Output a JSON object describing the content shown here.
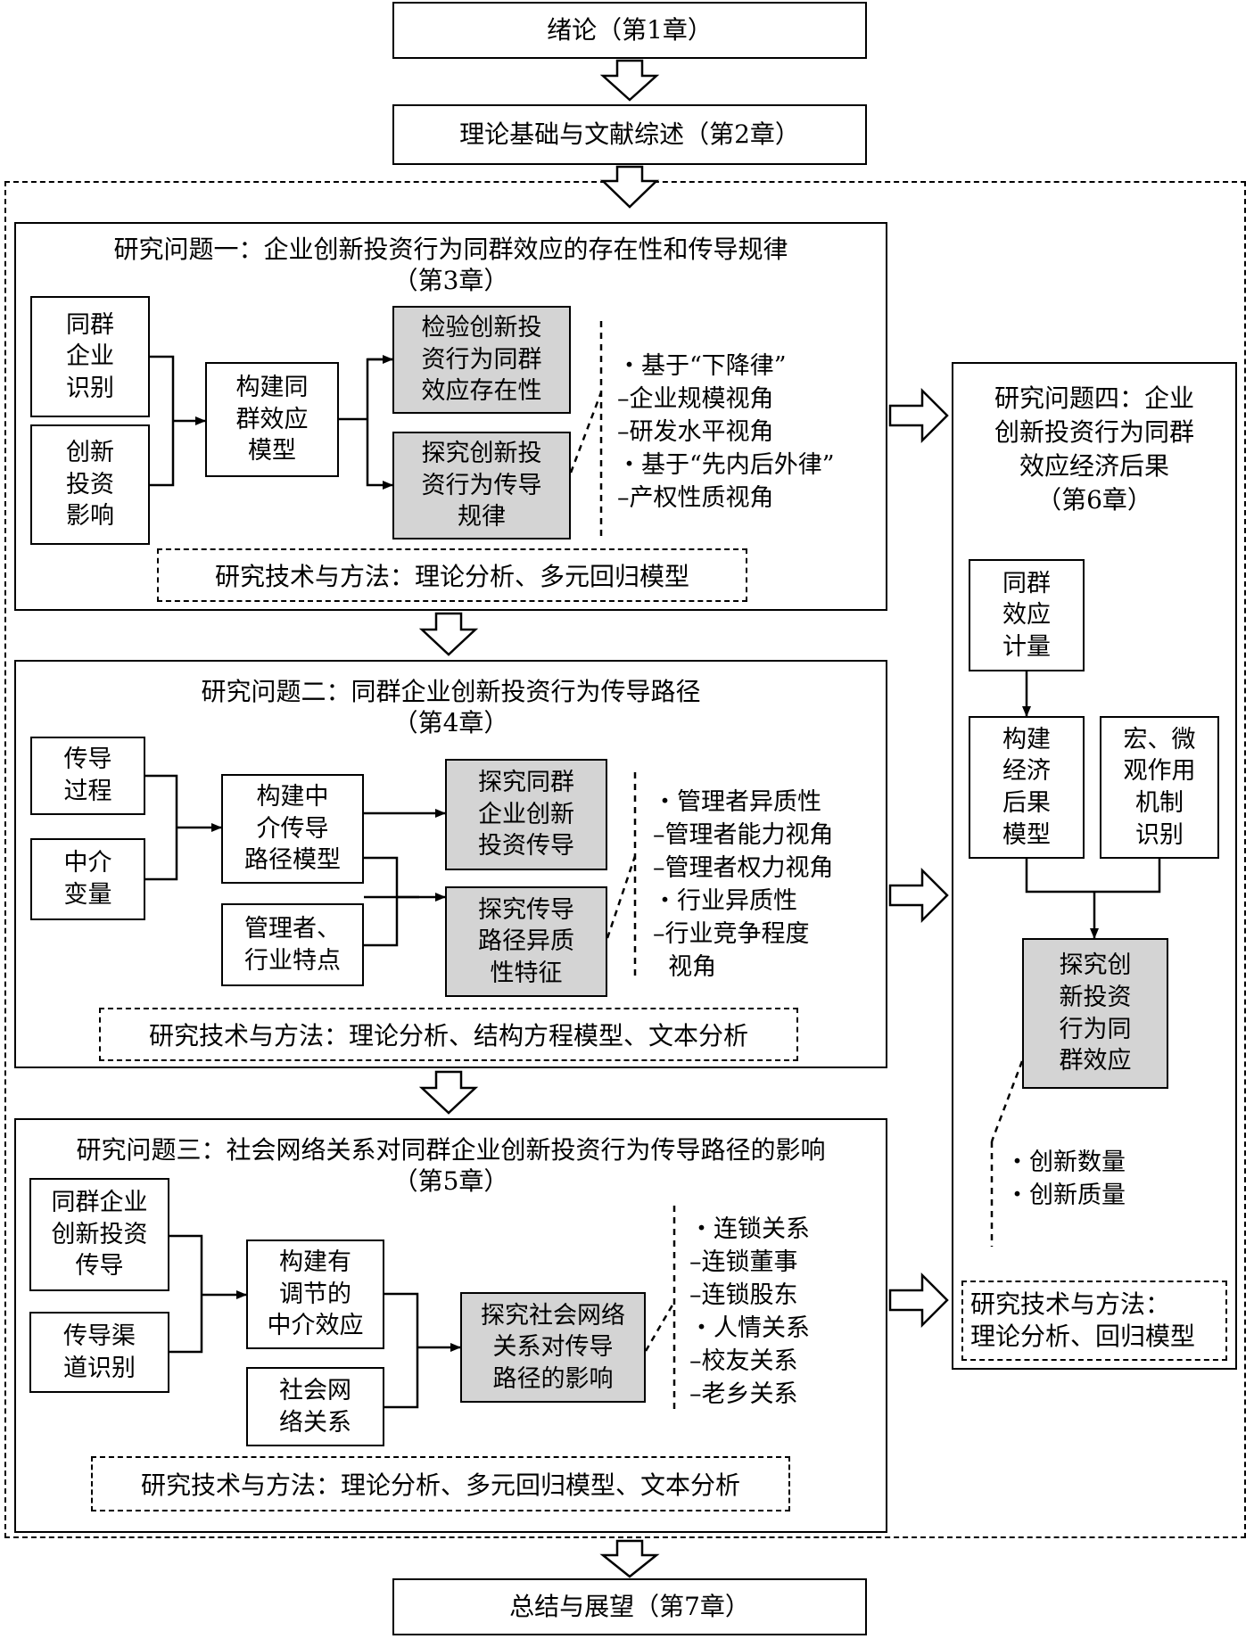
{
  "intro": "绪论（第1章）",
  "theory": "理论基础与文献综述（第2章）",
  "conclusion": "总结与展望（第7章）",
  "q1": {
    "title": "研究问题一：企业创新投资行为同群效应的存在性和传导规律",
    "chapter": "（第3章）",
    "peer_id": "同群\n企业\n识别",
    "influence": "创新\n投资\n影响",
    "model": "构建同\n群效应\n模型",
    "test": "检验创新投\n资行为同群\n效应存在性",
    "explore": "探究创新投\n资行为传导\n规律",
    "bullets": [
      "・基于“下降律”",
      "–企业规模视角",
      "–研发水平视角",
      "・基于“先内后外律”",
      "–产权性质视角"
    ],
    "method": "研究技术与方法：理论分析、多元回归模型"
  },
  "q2": {
    "title": "研究问题二：同群企业创新投资行为传导路径",
    "chapter": "（第4章）",
    "process": "传导\n过程",
    "mediator": "中介\n变量",
    "model": "构建中\n介传导\n路径模型",
    "traits": "管理者、\n行业特点",
    "explore1": "探究同群\n企业创新\n投资传导",
    "explore2": "探究传导\n路径异质\n性特征",
    "bullets": [
      "・管理者异质性",
      "–管理者能力视角",
      "–管理者权力视角",
      "・行业异质性",
      "–行业竞争程度",
      "  视角"
    ],
    "method": "研究技术与方法：理论分析、结构方程模型、文本分析"
  },
  "q3": {
    "title": "研究问题三：社会网络关系对同群企业创新投资行为传导路径的影响",
    "chapter": "（第5章）",
    "transfer": "同群企业\n创新投资\n传导",
    "channel": "传导渠\n道识别",
    "model": "构建有\n调节的\n中介效应",
    "network": "社会网\n络关系",
    "explore": "探究社会网络\n关系对传导\n路径的影响",
    "bullets": [
      "・连锁关系",
      "–连锁董事",
      "–连锁股东",
      "・人情关系",
      "–校友关系",
      "–老乡关系"
    ],
    "method": "研究技术与方法：理论分析、多元回归模型、文本分析"
  },
  "q4": {
    "title": "研究问题四：企业\n创新投资行为同群\n效应经济后果\n（第6章）",
    "measure": "同群\n效应\n计量",
    "model": "构建\n经济\n后果\n模型",
    "mechanism": "宏、微\n观作用\n机制\n识别",
    "explore": "探究创\n新投资\n行为同\n群效应",
    "bullets": [
      "・创新数量",
      "・创新质量"
    ],
    "method": "研究技术与方法：\n理论分析、回归模型"
  }
}
